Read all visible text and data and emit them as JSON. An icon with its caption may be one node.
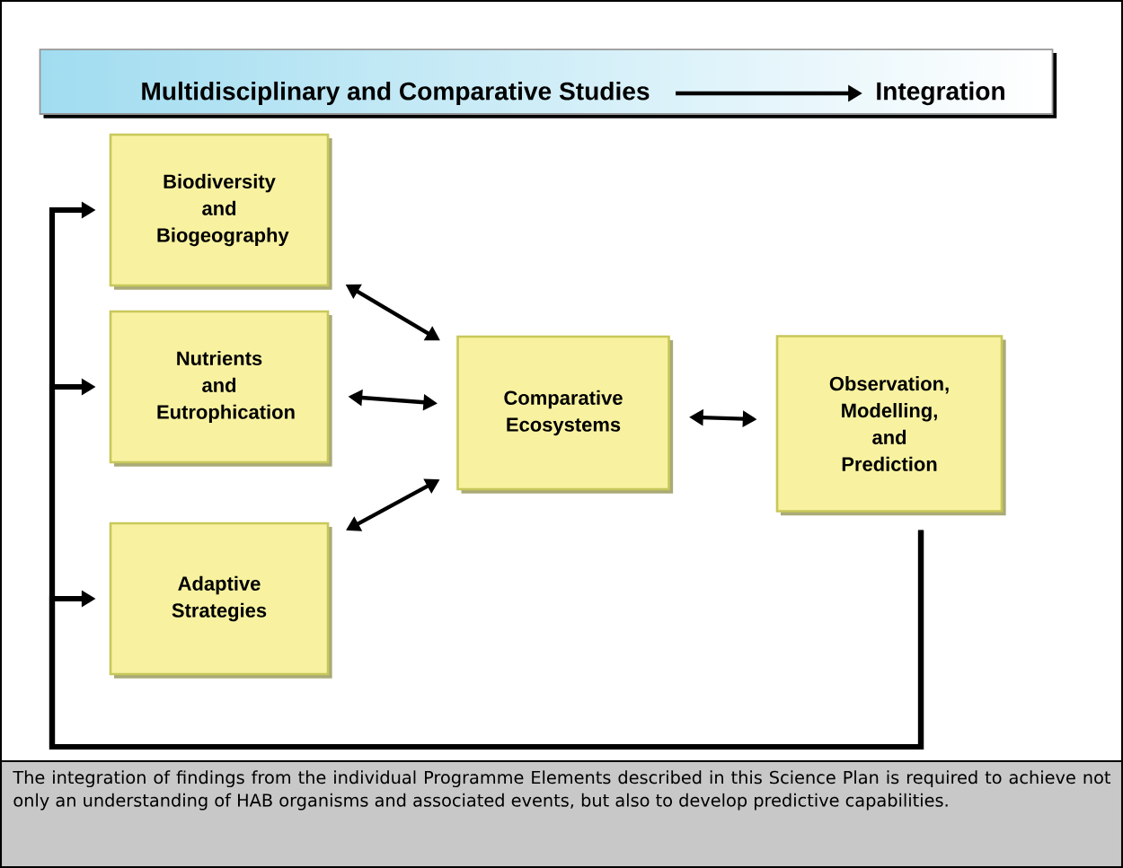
{
  "diagram": {
    "caption": "The integration of findings from the individual Programme Elements described in this Science Plan is required to achieve not only an understanding of HAB organisms and associated events, but also to develop predictive capabilities.",
    "nodes": [
      {
        "text": [],
        "shape": "band"
      },
      {
        "text": [
          "Multidisciplinary and Comparative Studies"
        ],
        "in": 0
      },
      {
        "text": [
          "Integration"
        ],
        "in": 0
      },
      {
        "text": [
          "Biodiversity and Biogeography"
        ]
      },
      {
        "text": [
          "Nutrients and Eutrophication"
        ]
      },
      {
        "text": [
          "Adaptive Strategies"
        ]
      },
      {
        "text": [
          "Comparative Ecosystems"
        ]
      },
      {
        "text": [
          "Observation, Modelling, and Prediction"
        ]
      }
    ],
    "edges": [
      {
        "from": 1,
        "to": 2,
        "arrow": "to"
      },
      {
        "from": 3,
        "to": 6,
        "arrow": "both"
      },
      {
        "from": 4,
        "to": 6,
        "arrow": "both"
      },
      {
        "from": 5,
        "to": 6,
        "arrow": "both"
      },
      {
        "from": 6,
        "to": 7,
        "arrow": "both"
      },
      {
        "from": 7,
        "to": 3,
        "arrow": "to"
      },
      {
        "from": 7,
        "to": 4,
        "arrow": "to"
      },
      {
        "from": 7,
        "to": 5,
        "arrow": "to"
      }
    ]
  }
}
